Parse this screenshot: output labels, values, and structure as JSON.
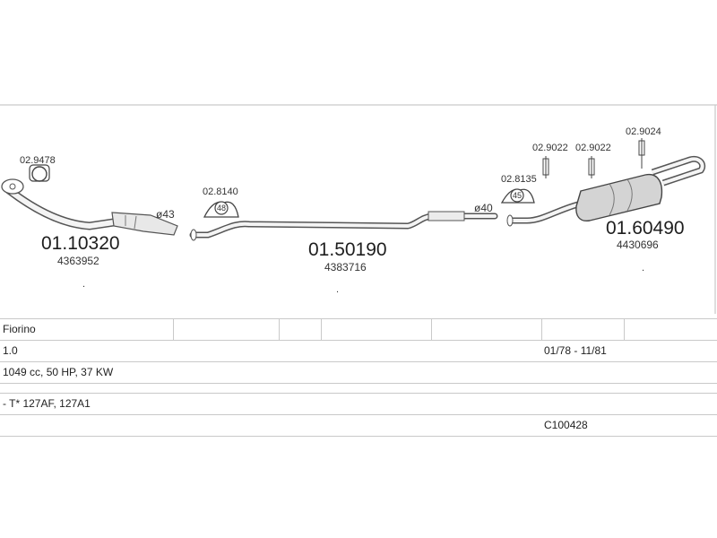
{
  "parts": {
    "front_pipe": {
      "code": "01.10320",
      "ref": "4363952",
      "diameter": "ø43"
    },
    "front_pipe_clamp": {
      "code": "02.9478"
    },
    "middle_pipe": {
      "code": "01.50190",
      "ref": "4383716",
      "diameter": "ø40"
    },
    "middle_clamp": {
      "code": "02.8140",
      "size": "48"
    },
    "rear_clamp": {
      "code": "02.8135",
      "size": "45"
    },
    "rear_muffler": {
      "code": "01.60490",
      "ref": "4430696"
    },
    "hanger_1": {
      "code": "02.9022"
    },
    "hanger_2": {
      "code": "02.9022"
    },
    "hanger_3": {
      "code": "02.9024"
    }
  },
  "spec": {
    "model": "Fiorino",
    "engine": "1.0",
    "period": "01/78 - 11/81",
    "power": "1049 cc, 50 HP, 37 KW",
    "type": "- T* 127AF, 127A1",
    "catalog": "C100428"
  }
}
